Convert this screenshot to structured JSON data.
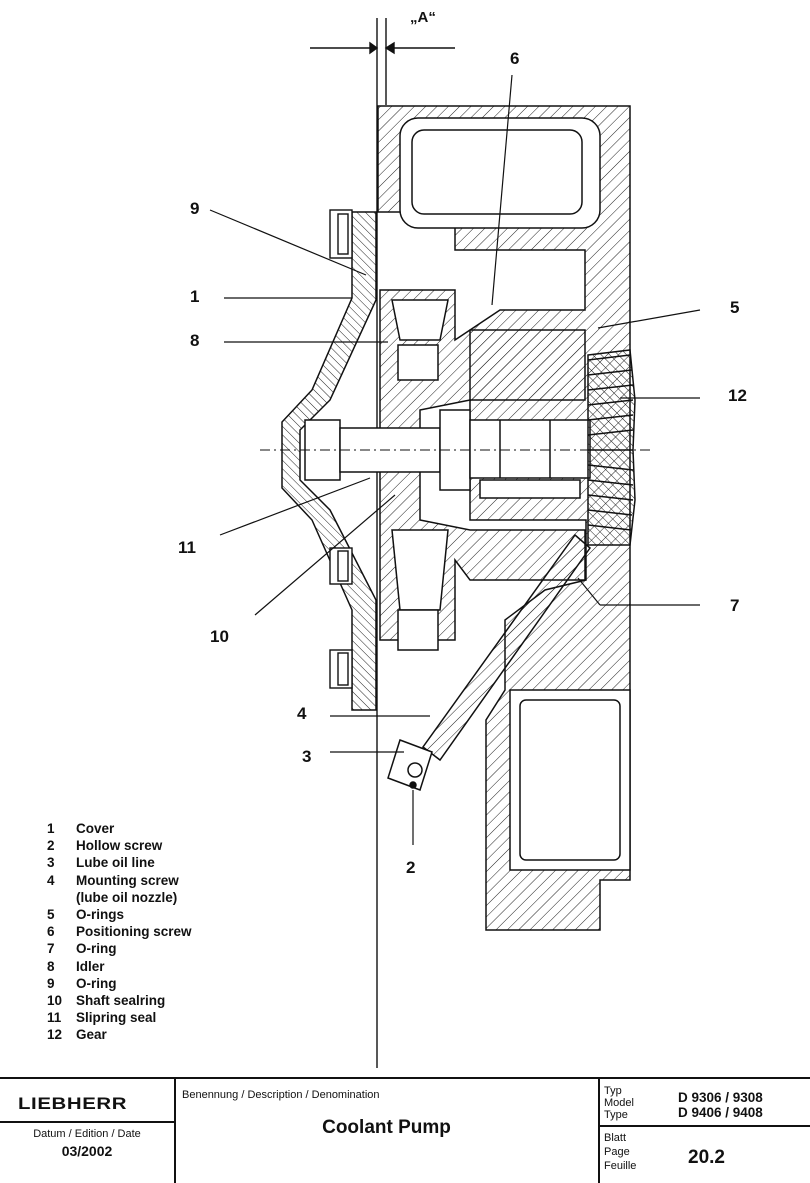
{
  "drawing": {
    "dimension_label": "„A“",
    "callouts": [
      "1",
      "2",
      "3",
      "4",
      "5",
      "6",
      "7",
      "8",
      "9",
      "10",
      "11",
      "12"
    ]
  },
  "legend": [
    {
      "num": "1",
      "text": "Cover"
    },
    {
      "num": "2",
      "text": "Hollow screw"
    },
    {
      "num": "3",
      "text": "Lube oil line"
    },
    {
      "num": "4",
      "text": "Mounting screw\n(lube oil nozzle)"
    },
    {
      "num": "5",
      "text": "O-rings"
    },
    {
      "num": "6",
      "text": "Positioning screw"
    },
    {
      "num": "7",
      "text": "O-ring"
    },
    {
      "num": "8",
      "text": "Idler"
    },
    {
      "num": "9",
      "text": "O-ring"
    },
    {
      "num": "10",
      "text": "Shaft sealring"
    },
    {
      "num": "11",
      "text": "Slipring seal"
    },
    {
      "num": "12",
      "text": "Gear"
    }
  ],
  "title_block": {
    "logo": "LIEBHERR",
    "date_label": "Datum / Edition / Date",
    "date_value": "03/2002",
    "description_label": "Benennung / Description / Denomination",
    "description_value": "Coolant Pump",
    "type_label_1": "Typ",
    "type_label_2": "Model",
    "type_label_3": "Type",
    "type_value_1": "D  9306 / 9308",
    "type_value_2": "D  9406 / 9408",
    "page_label_1": "Blatt",
    "page_label_2": "Page",
    "page_label_3": "Feuille",
    "page_value": "20.2"
  }
}
